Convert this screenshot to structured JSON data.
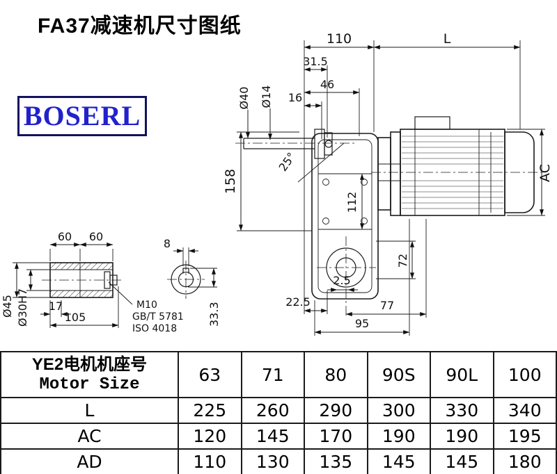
{
  "title": "FA37减速机尺寸图纸",
  "logo": {
    "text": "BOSERL"
  },
  "drawing": {
    "dims": {
      "top_width": "110",
      "motor_length": "L",
      "d31_5": "31.5",
      "d46": "46",
      "d16": "16",
      "dia40": "Ø40",
      "dia14": "Ø14",
      "angle": "25°",
      "d158": "158",
      "d112": "112",
      "ac": "AC",
      "d72": "72",
      "d2_5": "2.5",
      "d22_5": "22.5",
      "d77": "77",
      "d95": "95"
    },
    "shaft": {
      "d60_left": "60",
      "d60_right": "60",
      "d8": "8",
      "dia45": "Ø45",
      "dia30": "Ø30H7",
      "d17": "17",
      "d105": "105",
      "bolt": "M10",
      "std1": "GB/T 5781",
      "std2": "ISO 4018",
      "d33_3": "33.3"
    }
  },
  "table": {
    "header_cn": "YE2电机机座号",
    "header_en": "Motor Size",
    "sizes": [
      "63",
      "71",
      "80",
      "90S",
      "90L",
      "100"
    ],
    "rows": [
      {
        "label": "L",
        "values": [
          "225",
          "260",
          "290",
          "300",
          "330",
          "340"
        ]
      },
      {
        "label": "AC",
        "values": [
          "120",
          "145",
          "170",
          "190",
          "190",
          "195"
        ]
      },
      {
        "label": "AD",
        "values": [
          "110",
          "130",
          "135",
          "145",
          "145",
          "180"
        ]
      }
    ]
  }
}
